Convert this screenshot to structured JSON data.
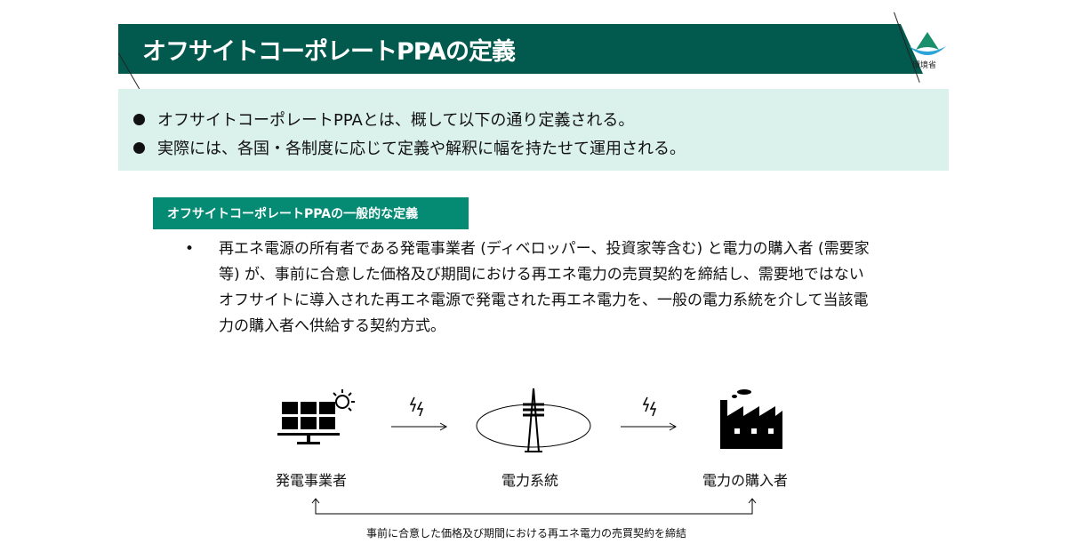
{
  "header": {
    "title": "オフサイトコーポレートPPAの定義",
    "logo_text": "環境省"
  },
  "summary": {
    "bullets": [
      "オフサイトコーポレートPPAとは、概して以下の通り定義される。",
      "実際には、各国・各制度に応じて定義や解釈に幅を持たせて運用される。"
    ]
  },
  "definition": {
    "label": "オフサイトコーポレートPPAの一般的な定義",
    "bullet": "•",
    "text": "再エネ電源の所有者である発電事業者 (ディベロッパー、投資家等含む) と電力の購入者 (需要家等) が、事前に合意した価格及び期間における再エネ電力の売買契約を締結し、需要地ではないオフサイトに導入された再エネ電源で発電された再エネ電力を、一般の電力系統を介して当該電力の購入者へ供給する契約方式。"
  },
  "diagram": {
    "generator": "発電事業者",
    "grid": "電力系統",
    "buyer": "電力の購入者",
    "contract": "事前に合意した価格及び期間における再エネ電力の売買契約を締結"
  },
  "colors": {
    "header": "#02594d",
    "box": "#dbf1eb",
    "badge": "#058a74"
  }
}
